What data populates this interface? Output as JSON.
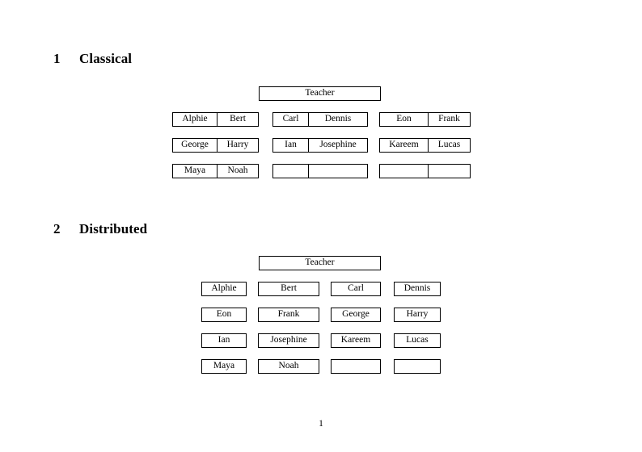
{
  "document": {
    "page_number": "1",
    "sections": [
      {
        "number": "1",
        "title": "Classical",
        "teacher_label": "Teacher",
        "layout": "paired-groups",
        "groups": [
          {
            "rows": [
              {
                "left": "Alphie",
                "right": "Bert"
              },
              {
                "left": "George",
                "right": "Harry"
              },
              {
                "left": "Maya",
                "right": "Noah"
              }
            ]
          },
          {
            "rows": [
              {
                "left": "Carl",
                "right": "Dennis"
              },
              {
                "left": "Ian",
                "right": "Josephine"
              },
              {
                "left": "",
                "right": ""
              }
            ]
          },
          {
            "rows": [
              {
                "left": "Eon",
                "right": "Frank"
              },
              {
                "left": "Kareem",
                "right": "Lucas"
              },
              {
                "left": "",
                "right": ""
              }
            ]
          }
        ]
      },
      {
        "number": "2",
        "title": "Distributed",
        "teacher_label": "Teacher",
        "layout": "independent-boxes",
        "rows": [
          {
            "cells": [
              "Alphie",
              "Bert",
              "Carl",
              "Dennis"
            ]
          },
          {
            "cells": [
              "Eon",
              "Frank",
              "George",
              "Harry"
            ]
          },
          {
            "cells": [
              "Ian",
              "Josephine",
              "Kareem",
              "Lucas"
            ]
          },
          {
            "cells": [
              "Maya",
              "Noah",
              "",
              ""
            ]
          }
        ]
      }
    ]
  },
  "colors": {
    "page_background": "#ffffff",
    "text": "#000000",
    "box_border": "#000000"
  }
}
